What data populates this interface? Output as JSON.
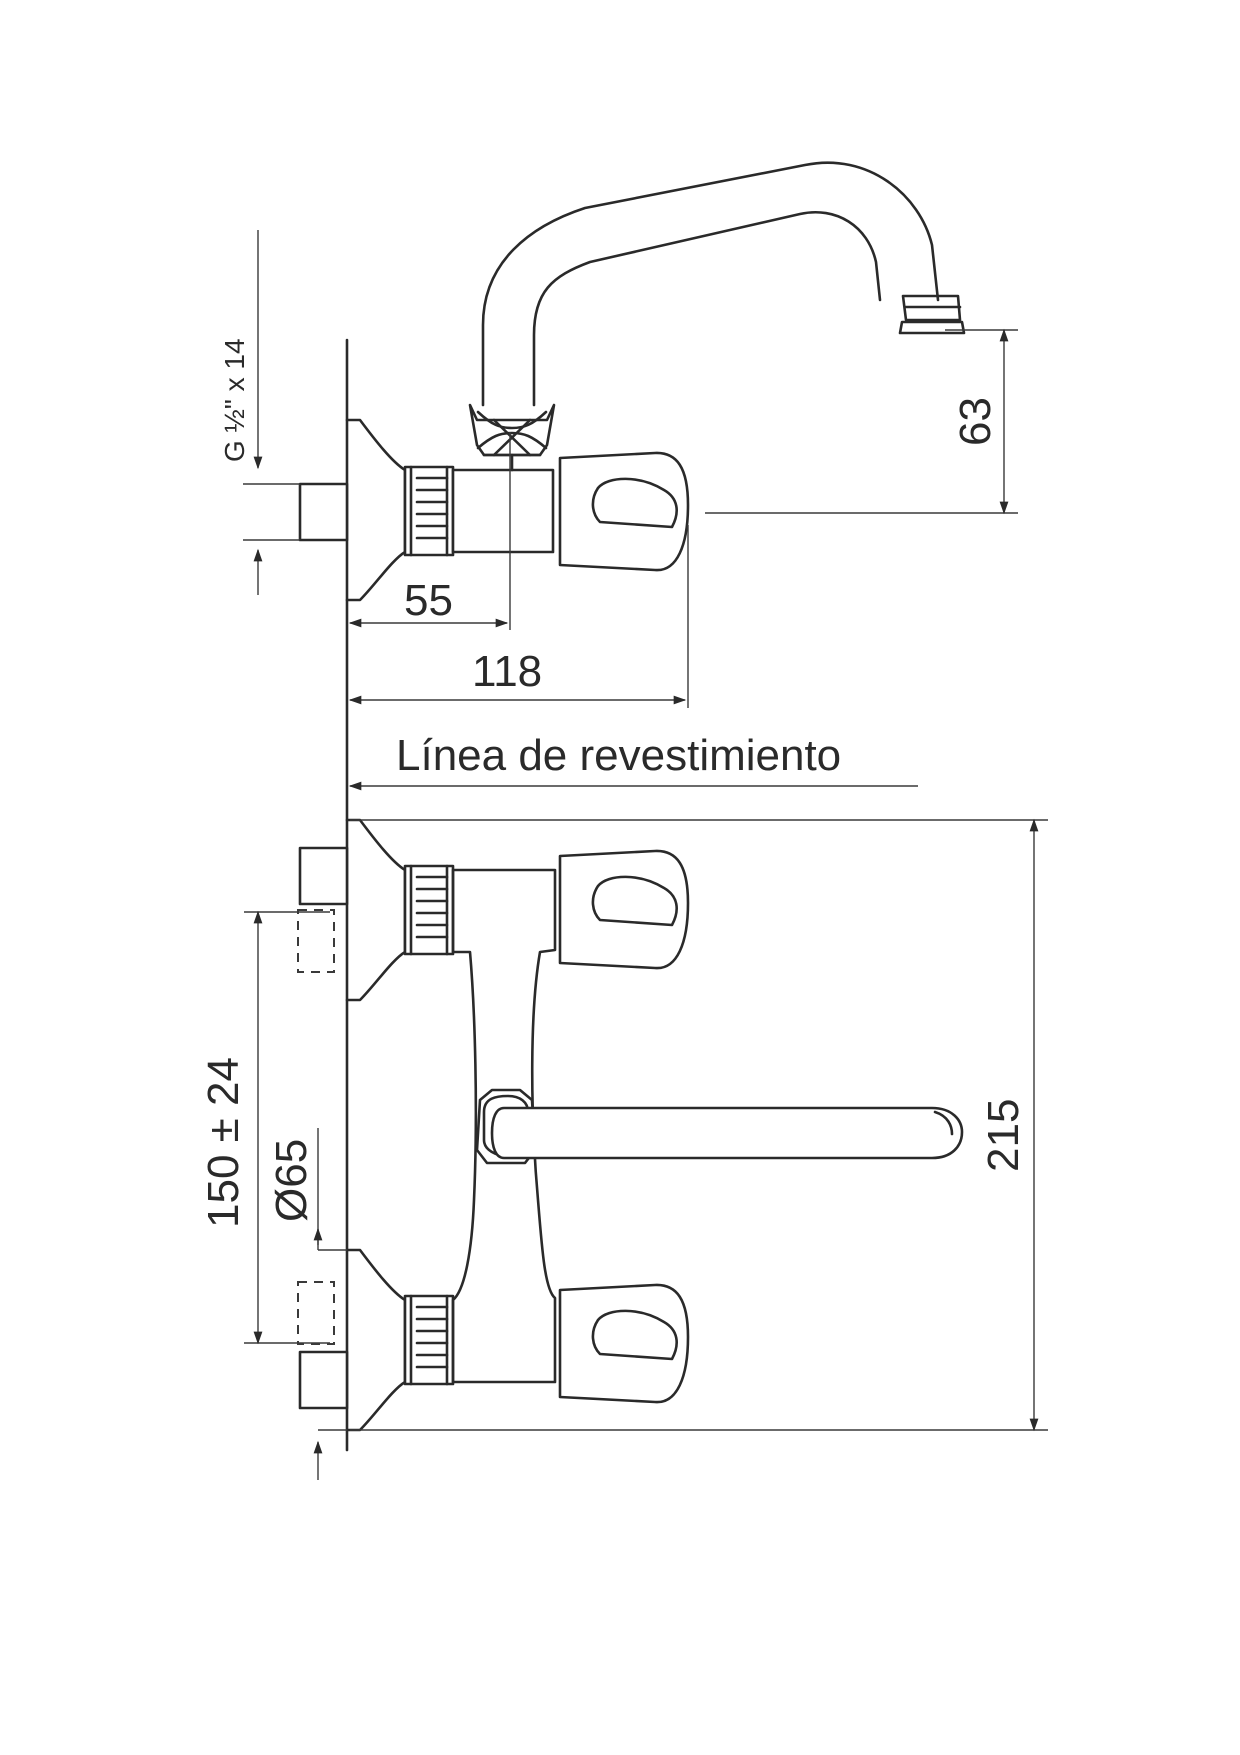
{
  "diagram": {
    "labels": {
      "thread": "G ½\" x 14",
      "dim_63": "63",
      "dim_55": "55",
      "dim_118": "118",
      "cladding_line": "Línea de revestimiento",
      "dim_150": "150 ± 24",
      "dim_65": "Ø65",
      "dim_215": "215"
    }
  }
}
